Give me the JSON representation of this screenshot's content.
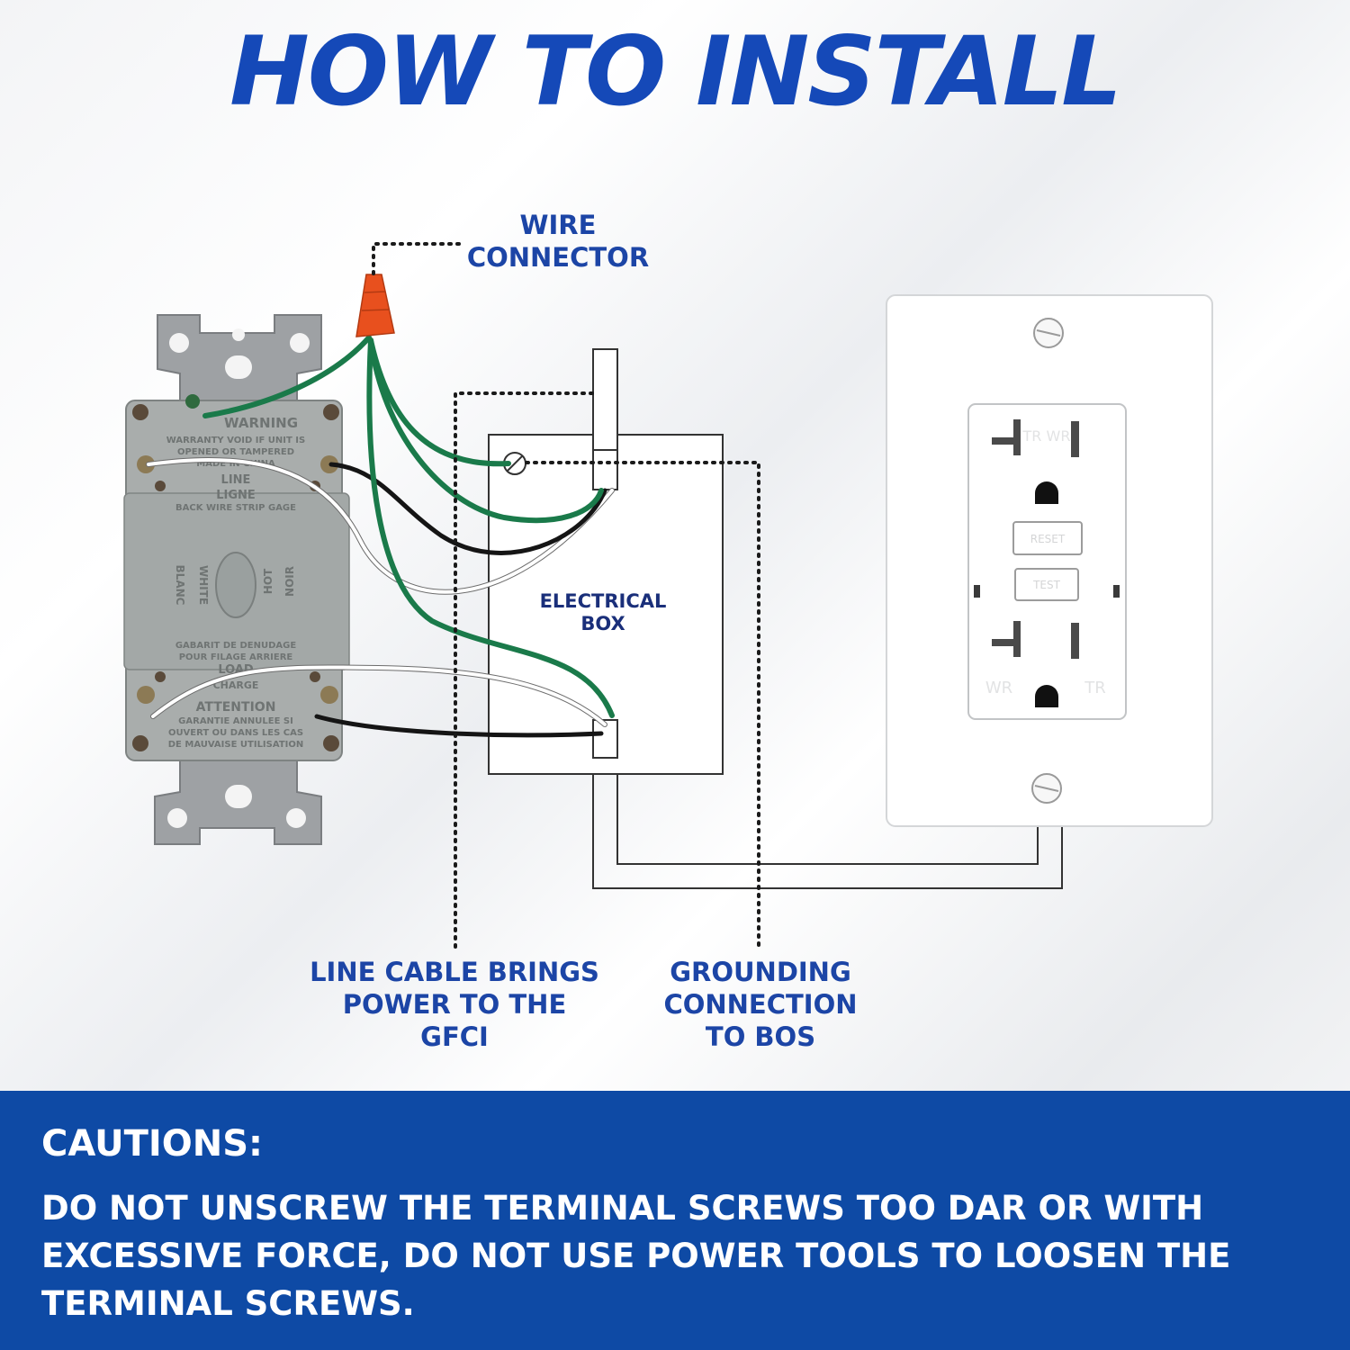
{
  "title": "HOW TO INSTALL",
  "labels": {
    "wire_connector": [
      "WIRE",
      "CONNECTOR"
    ],
    "electrical_box": [
      "ELECTRICAL",
      "BOX"
    ],
    "line_cable": [
      "LINE CABLE BRINGS",
      "POWER TO THE",
      "GFCI"
    ],
    "grounding": [
      "GROUNDING",
      "CONNECTION",
      "TO BOS"
    ]
  },
  "device_labels": {
    "warning_title": "WARNING",
    "warning_text": [
      "WARRANTY VOID IF UNIT IS",
      "OPENED OR TAMPERED",
      "MADE IN CHINA"
    ],
    "line": "LINE",
    "ligne": "LIGNE",
    "strip_gauge": "BACK WIRE STRIP GAGE",
    "blanc": "BLANC",
    "white": "WHITE",
    "hot": "HOT",
    "noir": "NOIR",
    "gabarit": [
      "GABARIT DE DENUDAGE",
      "POUR FILAGE ARRIERE"
    ],
    "load": "LOAD",
    "charge": "CHARGE",
    "attention_title": "ATTENTION",
    "attention_text": [
      "GARANTIE ANNULEE SI",
      "OUVERT OU DANS LES CAS",
      "DE MAUVAISE UTILISATION"
    ]
  },
  "outlet_labels": {
    "tr_wr": "TR WR",
    "reset": "RESET",
    "test": "TEST",
    "wr": "WR",
    "tr": "TR"
  },
  "cautions": {
    "title": "CAUTIONS:",
    "body": "DO NOT UNSCREW THE TERMINAL SCREWS TOO DAR OR WITH EXCESSIVE FORCE, DO NOT USE POWER TOOLS TO LOOSEN THE TERMINAL SCREWS."
  },
  "colors": {
    "title_blue": "#1549b8",
    "banner_blue": "#0e4aa5",
    "ground_green": "#1a7a4a",
    "connector_orange": "#e8501e",
    "device_gray": "#9ea3a3"
  }
}
